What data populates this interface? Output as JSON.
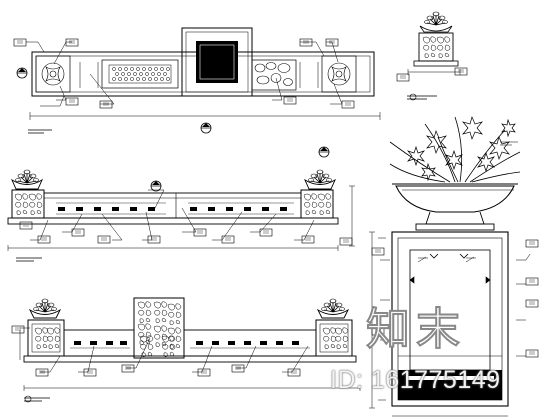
{
  "watermark": {
    "logo_text": "知末",
    "id_text": "ID: 161775149"
  },
  "colors": {
    "line": "#000000",
    "paper": "#ffffff",
    "watermark": "#ffffff"
  },
  "icons": {
    "section_marker": "circle-with-arrow",
    "planter_plant": "shrub-in-bowl",
    "orchid": "orchid-in-bowl",
    "stone_fill": "rubble-stone-hatch"
  }
}
